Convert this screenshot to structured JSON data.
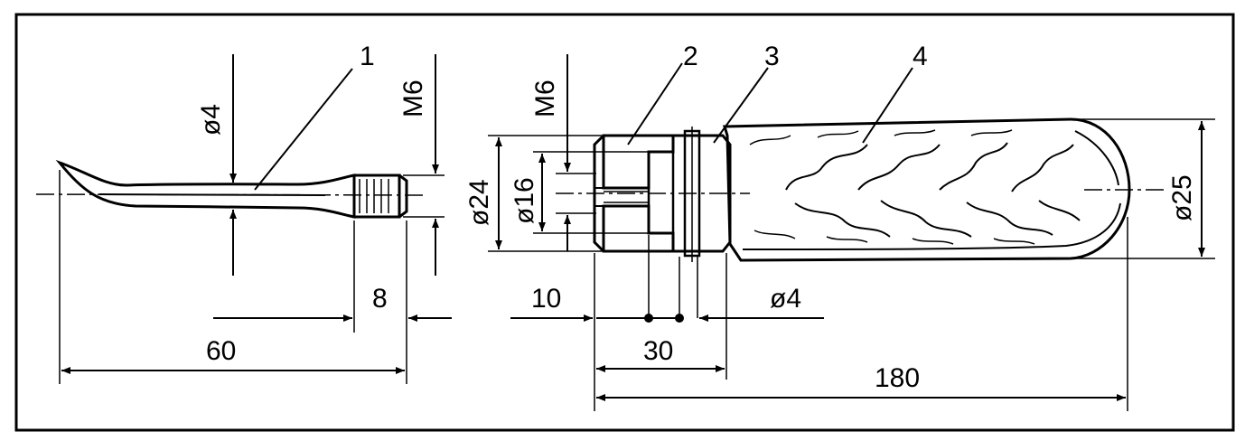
{
  "callouts": {
    "c1": "1",
    "c2": "2",
    "c3": "3",
    "c4": "4"
  },
  "dims": {
    "d4_tip": "ø4",
    "m6_tip": "M6",
    "m6_handle": "M6",
    "d24": "ø24",
    "d16": "ø16",
    "d25": "ø25",
    "d4_pin": "ø4",
    "len8": "8",
    "len60": "60",
    "len10": "10",
    "len30": "30",
    "len180": "180"
  },
  "colors": {
    "ink": "#000000",
    "paper": "#ffffff"
  }
}
